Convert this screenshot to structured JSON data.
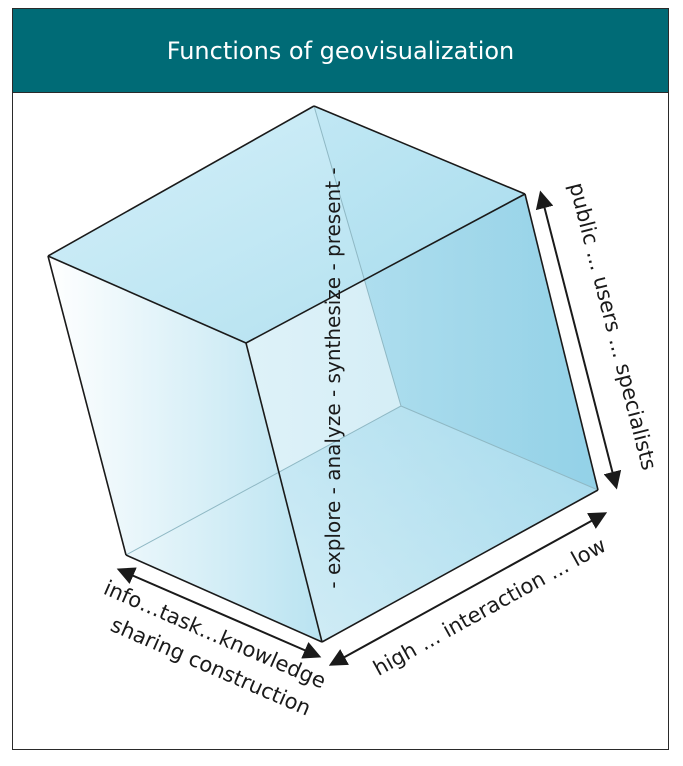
{
  "title": "Functions of geovisualization",
  "colors": {
    "title_bar": "#006b76",
    "cube_light": "#eaf7fb",
    "cube_dark": "#8fd0e6",
    "edge": "#1a1a1a"
  },
  "labels": {
    "vertical_axis": "- explore - analyze - synthesize - present -",
    "right_axis": "public ... users ... specialists",
    "bottom_right_axis": "high ... interaction ... low",
    "bottom_left_axis_line1": "info…task…knowledge",
    "bottom_left_axis_line2": "sharing construction"
  }
}
